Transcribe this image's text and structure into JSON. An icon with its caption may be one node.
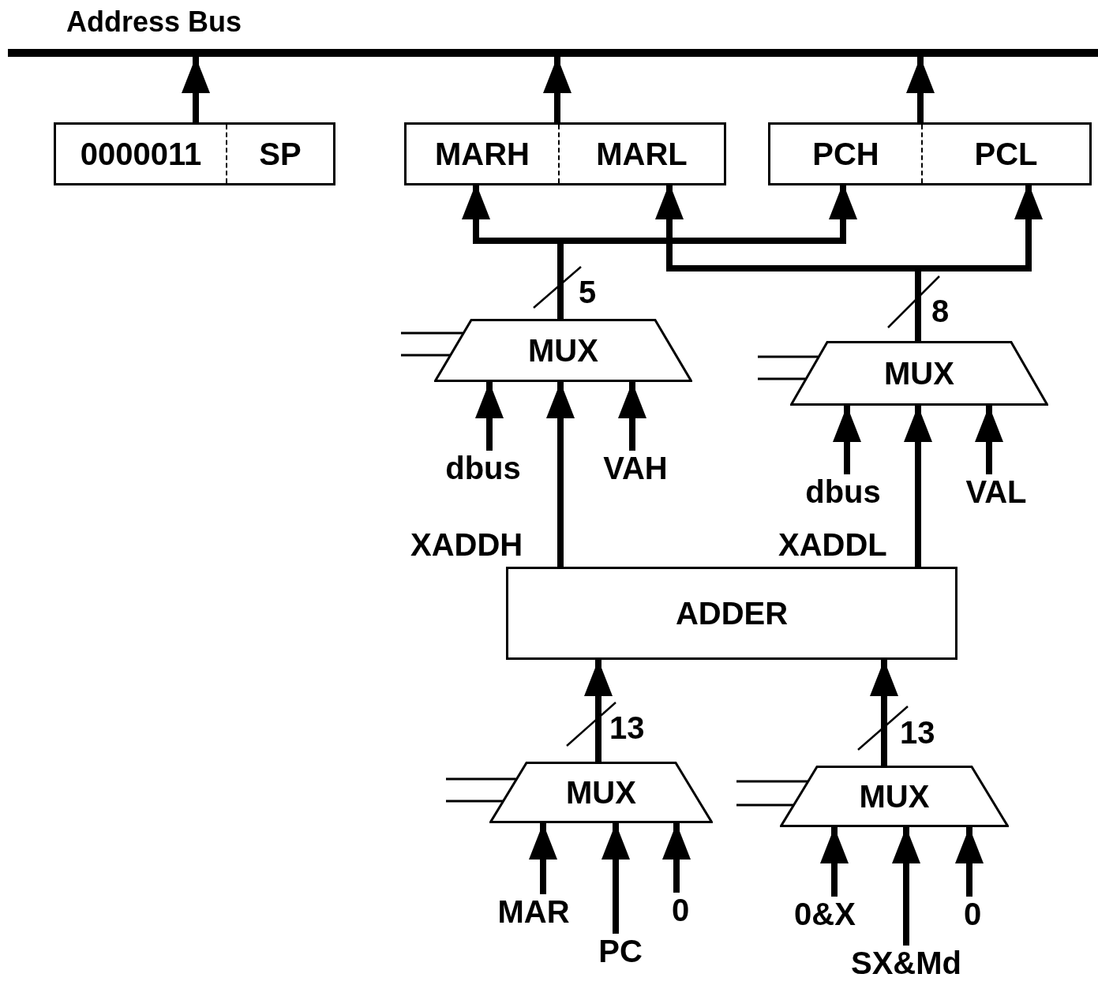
{
  "diagram": {
    "nodes": [
      {
        "text": [
          "Address Bus"
        ]
      },
      {
        "text": [],
        "shape": "box"
      },
      {
        "text": [
          "0000011"
        ],
        "in": 1
      },
      {
        "text": [
          "SP"
        ],
        "in": 1
      },
      {
        "text": [],
        "shape": "box"
      },
      {
        "text": [
          "MARH"
        ],
        "in": 4
      },
      {
        "text": [
          "MARL"
        ],
        "in": 4
      },
      {
        "text": [],
        "shape": "box"
      },
      {
        "text": [
          "PCH"
        ],
        "in": 7
      },
      {
        "text": [
          "PCL"
        ],
        "in": 7
      },
      {
        "text": [
          "MUX"
        ]
      },
      {
        "text": [
          "MUX"
        ]
      },
      {
        "text": [
          "ADDER"
        ]
      },
      {
        "text": [
          "MUX"
        ]
      },
      {
        "text": [
          "MUX"
        ]
      },
      {
        "text": [
          "dbus"
        ]
      },
      {
        "text": [
          "VAH"
        ]
      },
      {
        "text": [
          "dbus"
        ]
      },
      {
        "text": [
          "VAL"
        ]
      },
      {
        "text": [
          "MAR"
        ]
      },
      {
        "text": [
          "PC"
        ]
      },
      {
        "text": [
          "0"
        ]
      },
      {
        "text": [
          "0&X"
        ]
      },
      {
        "text": [
          "SX&Md"
        ]
      },
      {
        "text": [
          "0"
        ]
      }
    ],
    "edges": [
      {
        "from": 1,
        "to": 0,
        "arrow": "to"
      },
      {
        "from": 4,
        "to": 0,
        "arrow": "to"
      },
      {
        "from": 7,
        "to": 0,
        "arrow": "to"
      },
      {
        "from": 10,
        "to": 5,
        "arrow": "to",
        "label": "5"
      },
      {
        "from": 10,
        "to": 8,
        "arrow": "to"
      },
      {
        "from": 11,
        "to": 6,
        "arrow": "to",
        "label": "8"
      },
      {
        "from": 11,
        "to": 9,
        "arrow": "to"
      },
      {
        "from": 12,
        "to": 10,
        "arrow": "to",
        "label": "XADDH"
      },
      {
        "from": 12,
        "to": 11,
        "arrow": "to",
        "label": "XADDL"
      },
      {
        "from": 13,
        "to": 12,
        "arrow": "to",
        "label": "13"
      },
      {
        "from": 14,
        "to": 12,
        "arrow": "to",
        "label": "13"
      },
      {
        "from": 15,
        "to": 10,
        "arrow": "to"
      },
      {
        "from": 16,
        "to": 10,
        "arrow": "to"
      },
      {
        "from": 17,
        "to": 11,
        "arrow": "to"
      },
      {
        "from": 18,
        "to": 11,
        "arrow": "to"
      },
      {
        "from": 19,
        "to": 13,
        "arrow": "to"
      },
      {
        "from": 20,
        "to": 13,
        "arrow": "to"
      },
      {
        "from": 21,
        "to": 13,
        "arrow": "to"
      },
      {
        "from": 22,
        "to": 14,
        "arrow": "to"
      },
      {
        "from": 23,
        "to": 14,
        "arrow": "to"
      },
      {
        "from": 24,
        "to": 14,
        "arrow": "to"
      },
      {
        "from": null,
        "to": 10,
        "arrow": "none"
      },
      {
        "from": null,
        "to": 10,
        "arrow": "none"
      },
      {
        "from": null,
        "to": 11,
        "arrow": "none"
      },
      {
        "from": null,
        "to": 11,
        "arrow": "none"
      },
      {
        "from": null,
        "to": 13,
        "arrow": "none"
      },
      {
        "from": null,
        "to": 13,
        "arrow": "none"
      },
      {
        "from": null,
        "to": 14,
        "arrow": "none"
      },
      {
        "from": null,
        "to": 14,
        "arrow": "none"
      }
    ]
  }
}
